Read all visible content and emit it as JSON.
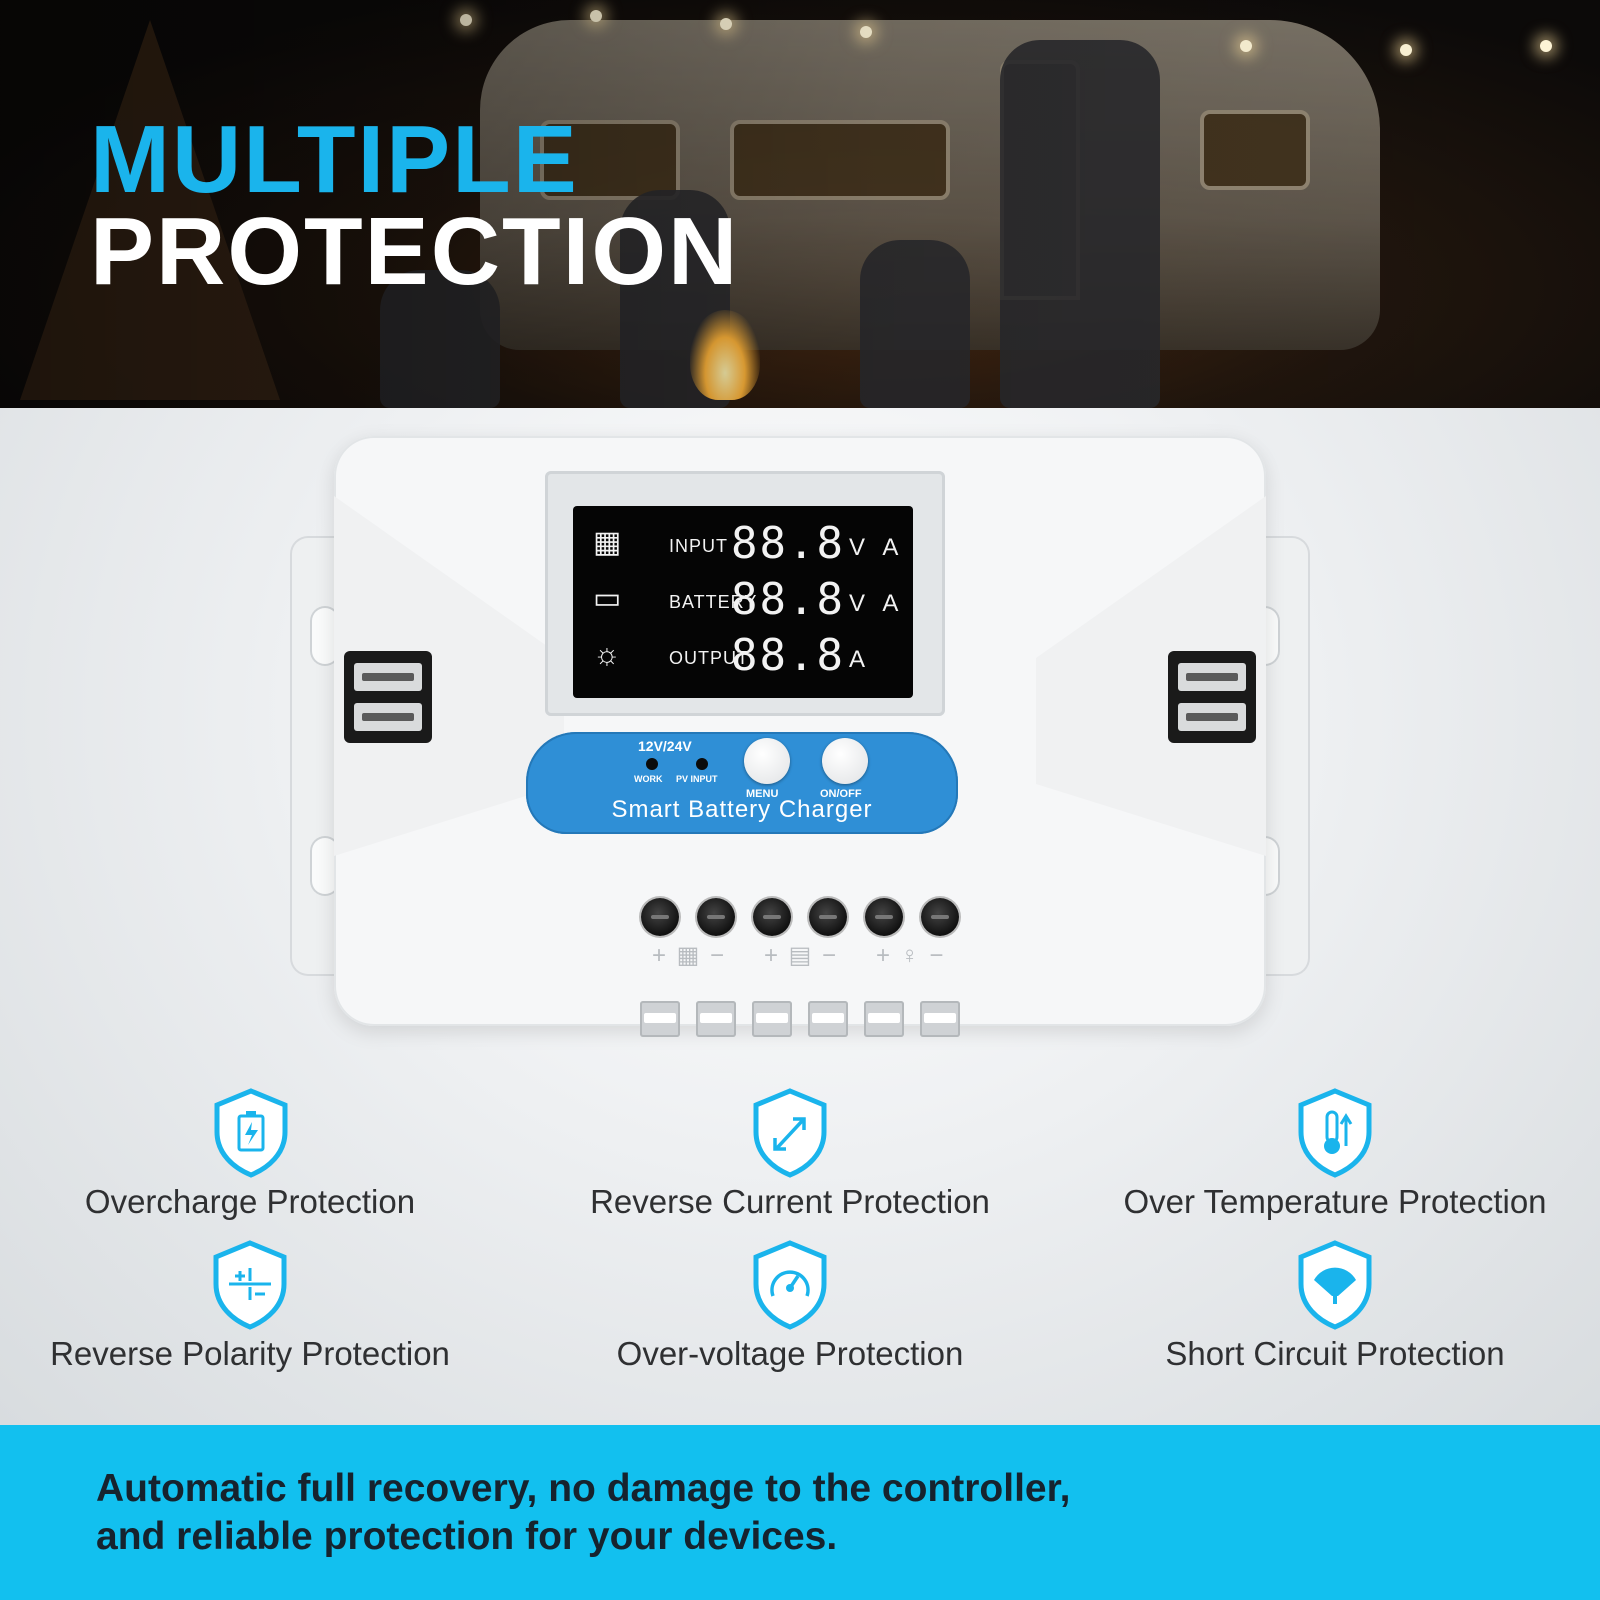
{
  "hero": {
    "title_line1": "MULTIPLE",
    "title_line2": "PROTECTION"
  },
  "device": {
    "display": {
      "rows": [
        {
          "icon": "solar-panel-icon",
          "label": "INPUT",
          "value": "88.8",
          "units": "V A"
        },
        {
          "icon": "battery-icon",
          "label": "BATTERY",
          "value": "88.8",
          "units": "V A"
        },
        {
          "icon": "lightbulb-icon",
          "label": "OUTPUT",
          "value": "88.8",
          "units": "A"
        }
      ]
    },
    "panel": {
      "mode_label": "12V/24V",
      "work_label": "WORK",
      "pv_input_label": "PV INPUT",
      "menu_label": "MENU",
      "onoff_label": "ON/OFF",
      "brand": "Smart Battery Charger"
    },
    "terminals": {
      "solar": "+ ▦ −",
      "battery": "+ ▤ −",
      "load": "+ ♀ −"
    }
  },
  "features": [
    {
      "label": "Overcharge Protection",
      "icon": "battery-shield-icon"
    },
    {
      "label": "Reverse Current Protection",
      "icon": "arrows-shield-icon"
    },
    {
      "label": "Over Temperature Protection",
      "icon": "thermometer-shield-icon"
    },
    {
      "label": "Reverse Polarity Protection",
      "icon": "polarity-shield-icon"
    },
    {
      "label": "Over-voltage Protection",
      "icon": "gauge-shield-icon"
    },
    {
      "label": "Short Circuit Protection",
      "icon": "fan-shield-icon"
    }
  ],
  "footer": {
    "line1": "Automatic full recovery, no damage to the controller,",
    "line2": "and reliable protection for your devices."
  },
  "colors": {
    "accent": "#1ab4ec",
    "footer_band": "#12c0ef",
    "panel_blue": "#2f8fd6"
  }
}
